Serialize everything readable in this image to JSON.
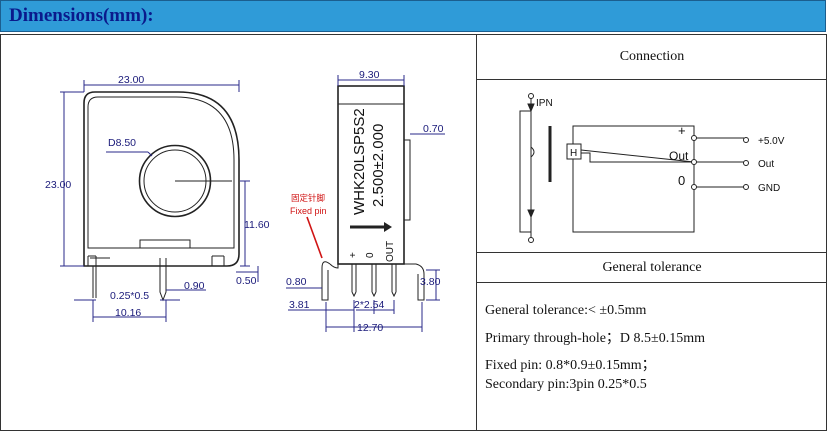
{
  "header": {
    "title": "Dimensions(mm):"
  },
  "drawing": {
    "front": {
      "width": "23.00",
      "height": "23.00",
      "hole": "D8.50",
      "center_height": "11.60",
      "pin_gap": "0.25*0.5",
      "pin_width": "0.90",
      "bottom": "0.50",
      "pin_span": "10.16"
    },
    "side": {
      "width": "9.30",
      "thickness": "0.70",
      "model": "WHK20LSP5S2",
      "ratio": "2.500±2.000",
      "fixed_pin_cn": "固定针脚",
      "fixed_pin_en": "Fixed pin",
      "plus": "+",
      "zero": "0",
      "out": "OUT",
      "pin_offset": "0.80",
      "pin_left": "3.81",
      "pin_pitch": "2*2.54",
      "pin_len": "3.80",
      "total": "12.70"
    }
  },
  "connection": {
    "title": "Connection",
    "ipn": "IPN",
    "plus": "+",
    "out": "Out",
    "zero": "0",
    "h": "H",
    "v5": "+5.0V",
    "out_label": "Out",
    "gnd": "GND"
  },
  "tolerance": {
    "title": "General tolerance",
    "line1": "General tolerance:< ±0.5mm",
    "line2": "Primary through-hole；D 8.5±0.15mm",
    "line3": "Fixed pin: 0.8*0.9±0.15mm；",
    "line4": "Secondary pin:3pin 0.25*0.5"
  }
}
